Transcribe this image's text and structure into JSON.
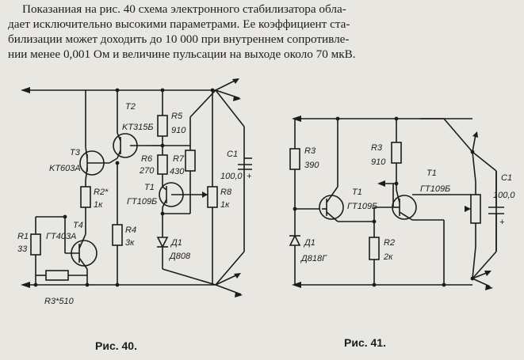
{
  "paragraph": {
    "lines": [
      "Показаниая на рис. 40 схема электронного стабилизатора обла-",
      "дает исключительно высокими параметрами. Ее коэффициент ста-",
      "билизации может доходить до 10 000 при внутреннем сопротивле-",
      "нии менее 0,001 Ом и величине пульсации на выходе около 70 мкВ."
    ]
  },
  "figure40": {
    "caption": "Рис. 40.",
    "labels": {
      "t3": "T3",
      "t3_type": "KT603A",
      "t2": "T2",
      "t2_type": "KT315Б",
      "r5": "R5",
      "r5_val": "910",
      "r6": "R6",
      "r6_val": "270",
      "r7": "R7",
      "r7_val": "430",
      "c1": "C1",
      "c1_val": "100,0",
      "t1": "T1",
      "t1_type": "ГТ109Б",
      "r8": "R8",
      "r8_val": "1к",
      "r2": "R2*",
      "r2_val": "1к",
      "t4": "T4",
      "t4_type": "ГТ403А",
      "r1": "R1",
      "r1_val": "33",
      "r4": "R4",
      "r4_val": "3к",
      "d1": "Д1",
      "d1_type": "Д808",
      "r3": "R3*510",
      "plus": "+"
    }
  },
  "figure41": {
    "caption": "Рис. 41.",
    "labels": {
      "r3a": "R3",
      "r3a_val": "390",
      "r3b": "R3",
      "r3b_val": "910",
      "t1a": "T1",
      "t1a_type": "ГТ109Б",
      "t1b": "T1",
      "t1b_type": "ГТ109Б",
      "c1": "C1",
      "c1_val": "100,0",
      "d1": "Д1",
      "d1_type": "Д818Г",
      "r2": "R2",
      "r2_val": "2к",
      "plus": "+"
    }
  }
}
